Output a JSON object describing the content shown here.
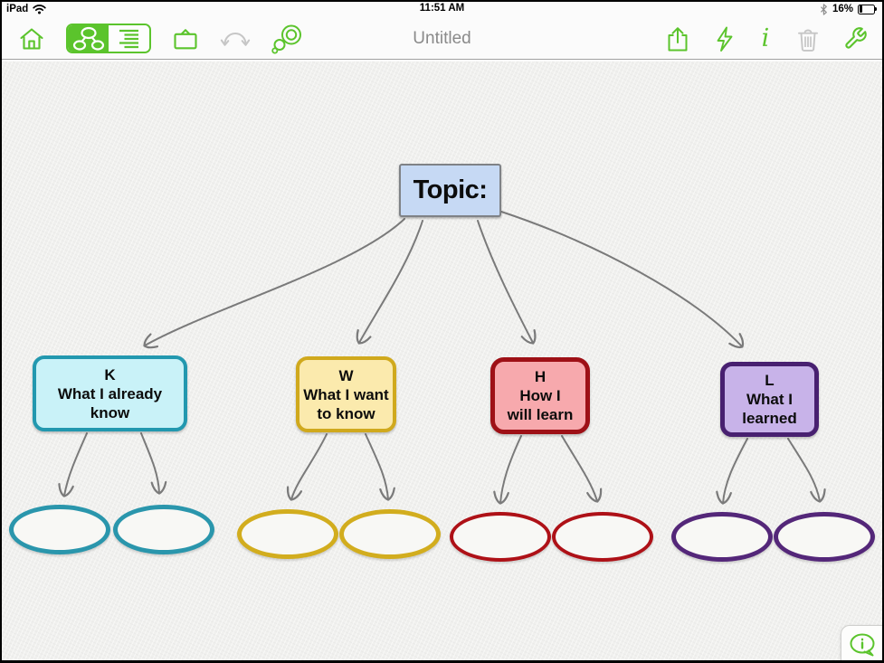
{
  "status_bar": {
    "carrier": "iPad",
    "time": "11:51 AM",
    "battery_level": "16%",
    "icons": [
      "wifi-icon",
      "bluetooth-icon",
      "battery-icon"
    ]
  },
  "toolbar": {
    "title": "Untitled",
    "accent_color": "#5bc42c",
    "disabled_color": "#c6c6c6",
    "left_icons": [
      {
        "name": "home-icon",
        "enabled": true
      },
      {
        "name": "diagram-view-segment",
        "enabled": true,
        "selected": true
      },
      {
        "name": "outline-view-segment",
        "enabled": true,
        "selected": false
      },
      {
        "name": "clipboard-icon",
        "enabled": true
      },
      {
        "name": "undo-redo-icon",
        "enabled": false
      },
      {
        "name": "style-circles-icon",
        "enabled": true
      }
    ],
    "right_icons": [
      {
        "name": "share-icon",
        "enabled": true
      },
      {
        "name": "lightning-icon",
        "enabled": true
      },
      {
        "name": "note-info-icon",
        "enabled": true
      },
      {
        "name": "trash-icon",
        "enabled": false
      },
      {
        "name": "wrench-icon",
        "enabled": true
      }
    ]
  },
  "diagram": {
    "type": "KWHL chart",
    "arrow_color": "#7a7a7a",
    "topic": {
      "label": "Topic:",
      "fill": "#c6d9f4",
      "border_color": "#7f8286"
    },
    "nodes": [
      {
        "letter": "K",
        "description": "What I already\nknow",
        "fill": "#c9f2f8",
        "border_color": "#2298af",
        "child_ovals": 2
      },
      {
        "letter": "W",
        "description": "What I want\nto know",
        "fill": "#fbeaad",
        "border_color": "#d0a91d",
        "child_ovals": 2
      },
      {
        "letter": "H",
        "description": "How I\nwill learn",
        "fill": "#f7a9ad",
        "border_color": "#9e1016",
        "child_ovals": 2
      },
      {
        "letter": "L",
        "description": "What I\nlearned",
        "fill": "#c8b3e9",
        "border_color": "#482070",
        "child_ovals": 2
      }
    ]
  },
  "help_button": {
    "icon": "info-speech-bubble-icon"
  }
}
